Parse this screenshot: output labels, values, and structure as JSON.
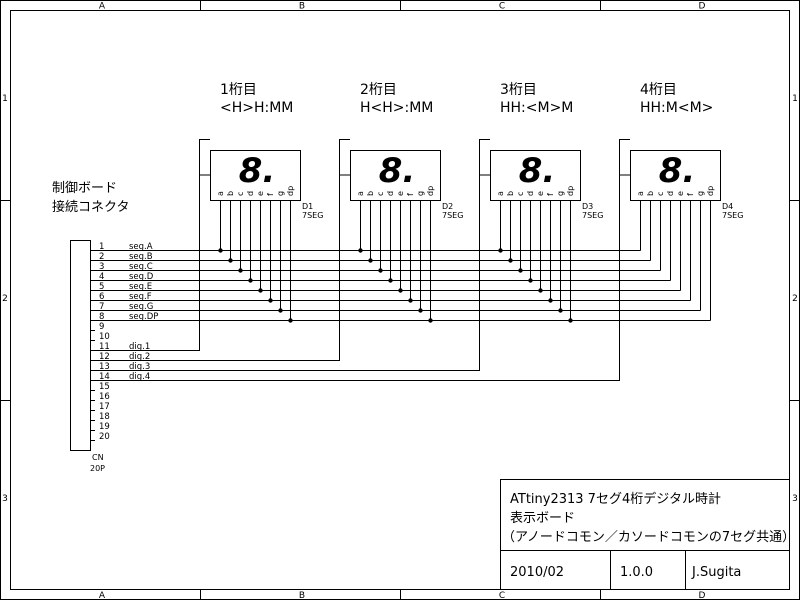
{
  "border": {
    "columns": [
      "A",
      "B",
      "C",
      "D"
    ],
    "rows": [
      "1",
      "2",
      "3"
    ]
  },
  "digits": [
    {
      "header": "1桁目",
      "pattern": "<H>H:MM",
      "ref": "D1",
      "value": "7SEG",
      "digit_signal": "dig.1"
    },
    {
      "header": "2桁目",
      "pattern": "H<H>:MM",
      "ref": "D2",
      "value": "7SEG",
      "digit_signal": "dig.2"
    },
    {
      "header": "3桁目",
      "pattern": "HH:<M>M",
      "ref": "D3",
      "value": "7SEG",
      "digit_signal": "dig.3"
    },
    {
      "header": "4桁目",
      "pattern": "HH:M<M>",
      "ref": "D4",
      "value": "7SEG",
      "digit_signal": "dig.4"
    }
  ],
  "display_glyph": "8.",
  "segment_pins": [
    "a",
    "b",
    "c",
    "d",
    "e",
    "f",
    "g",
    "dp"
  ],
  "connector": {
    "label_line1": "制御ボード",
    "label_line2": "接続コネクタ",
    "ref": "CN",
    "value": "20P",
    "pins": [
      {
        "num": "1",
        "signal": "seg.A"
      },
      {
        "num": "2",
        "signal": "seg.B"
      },
      {
        "num": "3",
        "signal": "seg.C"
      },
      {
        "num": "4",
        "signal": "seg.D"
      },
      {
        "num": "5",
        "signal": "seg.E"
      },
      {
        "num": "6",
        "signal": "seg.F"
      },
      {
        "num": "7",
        "signal": "seg.G"
      },
      {
        "num": "8",
        "signal": "seg.DP"
      },
      {
        "num": "9",
        "signal": ""
      },
      {
        "num": "10",
        "signal": ""
      },
      {
        "num": "11",
        "signal": "dig.1"
      },
      {
        "num": "12",
        "signal": "dig.2"
      },
      {
        "num": "13",
        "signal": "dig.3"
      },
      {
        "num": "14",
        "signal": "dig.4"
      },
      {
        "num": "15",
        "signal": ""
      },
      {
        "num": "16",
        "signal": ""
      },
      {
        "num": "17",
        "signal": ""
      },
      {
        "num": "18",
        "signal": ""
      },
      {
        "num": "19",
        "signal": ""
      },
      {
        "num": "20",
        "signal": ""
      }
    ]
  },
  "title_block": {
    "title_line1": "ATtiny2313 7セグ4桁デジタル時計",
    "title_line2": "表示ボード",
    "title_line3": "（アノードコモン／カソードコモンの7セグ共通）",
    "date": "2010/02",
    "version": "1.0.0",
    "author": "J.Sugita"
  }
}
